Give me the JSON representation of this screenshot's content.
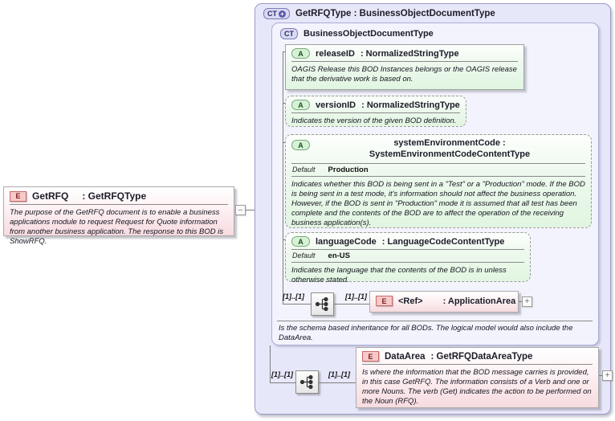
{
  "colors": {
    "element_fill": "#f7dbe0",
    "element_badge": "#f7caca",
    "attribute_fill": "#e1f5e1",
    "complex_type_fill": "#e7e7fa",
    "inner_type_fill": "#f3f3fd"
  },
  "root_element": {
    "badge": "E",
    "name": "GetRFQ",
    "type_label": ": GetRFQType",
    "annotation": "The purpose of the GetRFQ document is to enable a business applications module to request Request for Quote information from another business application. The response to this BOD is ShowRFQ.",
    "collapse_glyph": "–"
  },
  "complex_type": {
    "badge": "CT",
    "badge_plus": "+",
    "title": "GetRFQType : BusinessObjectDocumentType",
    "base_type": {
      "badge": "CT",
      "title": "BusinessObjectDocumentType",
      "attributes": [
        {
          "badge": "A",
          "name": "releaseID",
          "type_label": ": NormalizedStringType",
          "annotation": "OAGIS Release this BOD Instances belongs or the OAGIS release that the derivative work is based on."
        },
        {
          "badge": "A",
          "name": "versionID",
          "type_label": ": NormalizedStringType",
          "annotation": "Indicates the version of the given BOD definition."
        },
        {
          "badge": "A",
          "name": "systemEnvironmentCode",
          "type_label": ": SystemEnvironmentCodeContentType",
          "title_full": "systemEnvironmentCode : SystemEnvironmentCodeContentType",
          "default_label": "Default",
          "default_value": "Production",
          "annotation": "Indicates whether this BOD is being sent in a \"Test\" or a \"Production\" mode. If the BOD is being sent in a test mode, it's information should not affect the business operation. However, if the BOD is sent in \"Production\" mode it is assumed that all test has been complete and the contents of the BOD are to affect the operation of the receiving business application(s)."
        },
        {
          "badge": "A",
          "name": "languageCode",
          "type_label": ": LanguageCodeContentType",
          "default_label": "Default",
          "default_value": "en-US",
          "annotation": "Indicates the language that the contents of the BOD is in unless otherwise stated."
        }
      ],
      "sequence": {
        "cardinality_left": "[1]..[1]",
        "cardinality_right": "[1]..[1]"
      },
      "ref_element": {
        "badge": "E",
        "name": "<Ref>",
        "type_label": ": ApplicationArea",
        "expand_glyph": "+"
      },
      "annotation": "Is the schema based inheritance for all BODs. The logical model would also include the DataArea."
    },
    "sequence": {
      "cardinality_left": "[1]..[1]",
      "cardinality_right": "[1]..[1]"
    },
    "data_area": {
      "badge": "E",
      "name": "DataArea",
      "type_label": ": GetRFQDataAreaType",
      "expand_glyph": "+",
      "annotation": "Is where the information that the BOD message carries is provided, in this case GetRFQ. The information consists of a Verb and one or more Nouns. The verb (Get) indicates the action to be performed on the Noun (RFQ)."
    }
  }
}
